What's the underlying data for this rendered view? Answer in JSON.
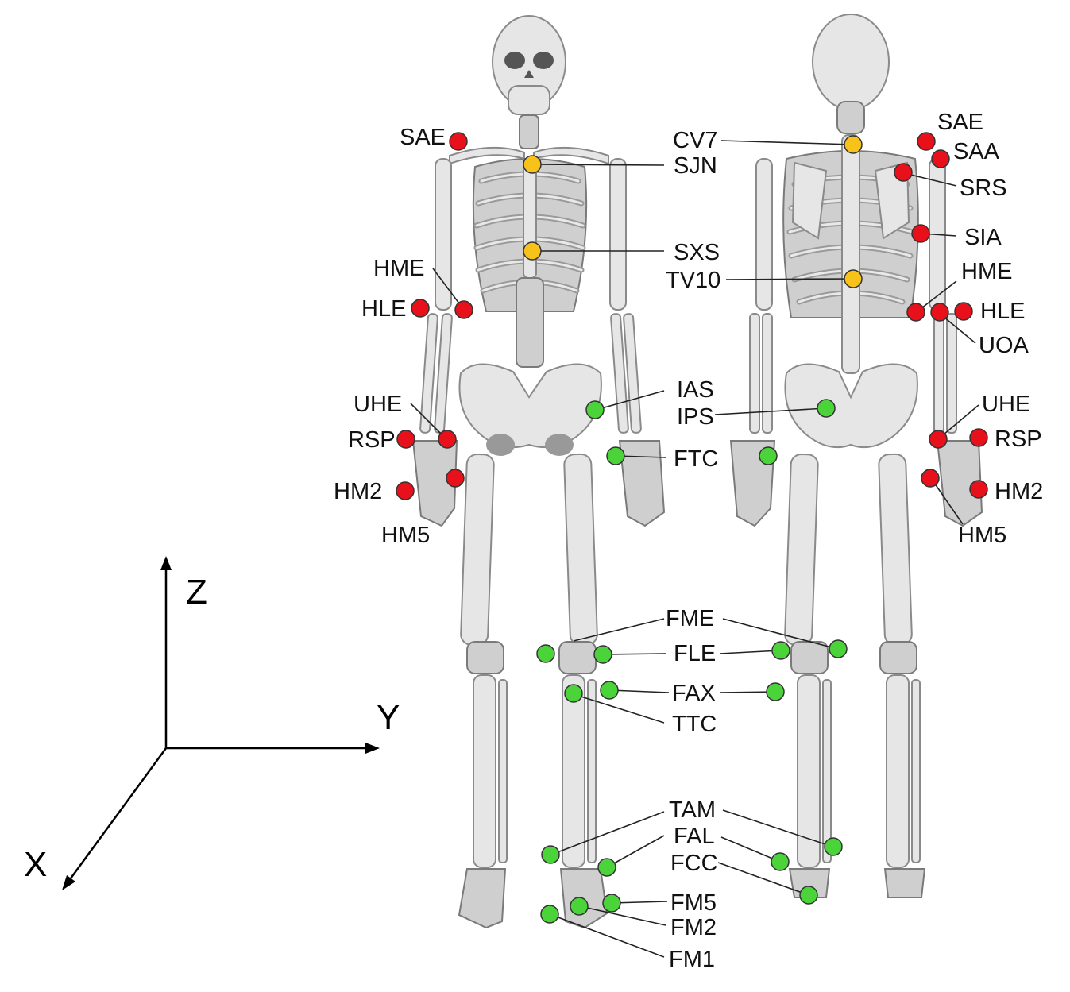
{
  "colors": {
    "red": "#e8101a",
    "yellow": "#f7c21a",
    "green": "#4bd43a"
  },
  "axes": {
    "z": "Z",
    "y": "Y",
    "x": "X"
  },
  "front_labels": {
    "sae": "SAE",
    "sjn": "SJN",
    "sxs": "SXS",
    "hme": "HME",
    "hle": "HLE",
    "ias": "IAS",
    "uhe": "UHE",
    "rsp": "RSP",
    "ftc": "FTC",
    "hm2": "HM2",
    "hm5": "HM5"
  },
  "back_labels": {
    "cv7": "CV7",
    "sae": "SAE",
    "saa": "SAA",
    "srs": "SRS",
    "sia": "SIA",
    "hme": "HME",
    "tv10": "TV10",
    "hle": "HLE",
    "uoa": "UOA",
    "ips": "IPS",
    "uhe": "UHE",
    "rsp": "RSP",
    "hm2": "HM2",
    "hm5": "HM5"
  },
  "leg_labels": {
    "fme": "FME",
    "fle": "FLE",
    "fax": "FAX",
    "ttc": "TTC",
    "tam": "TAM",
    "fal": "FAL",
    "fcc": "FCC",
    "fm5": "FM5",
    "fm2": "FM2",
    "fm1": "FM1"
  }
}
